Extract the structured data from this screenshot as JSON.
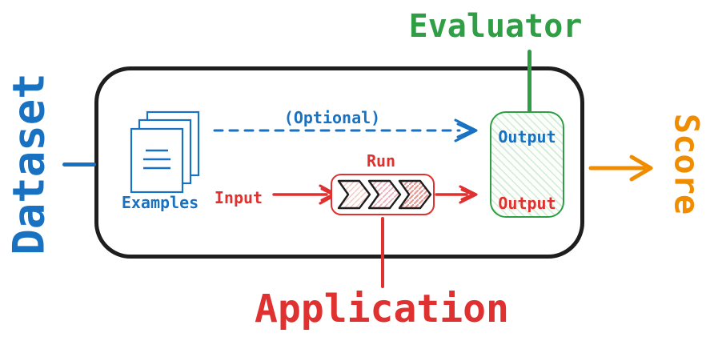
{
  "labels": {
    "dataset": "Dataset",
    "evaluator": "Evaluator",
    "score": "Score",
    "application": "Application",
    "examples": "Examples",
    "optional": "(Optional)",
    "input": "Input",
    "run": "Run",
    "evaluator_output": "Output",
    "run_output": "Output"
  },
  "icons": {
    "examples": "documents-stack-icon",
    "run_pipeline": "chevron-pipeline-icon"
  },
  "colors": {
    "blue": "#1971c2",
    "green": "#2f9e44",
    "red": "#e03131",
    "orange": "#f08c00",
    "boundary_black": "#1e1e1e",
    "evaluator_box_fill": "hatched-light-green",
    "background": "#ffffff"
  }
}
